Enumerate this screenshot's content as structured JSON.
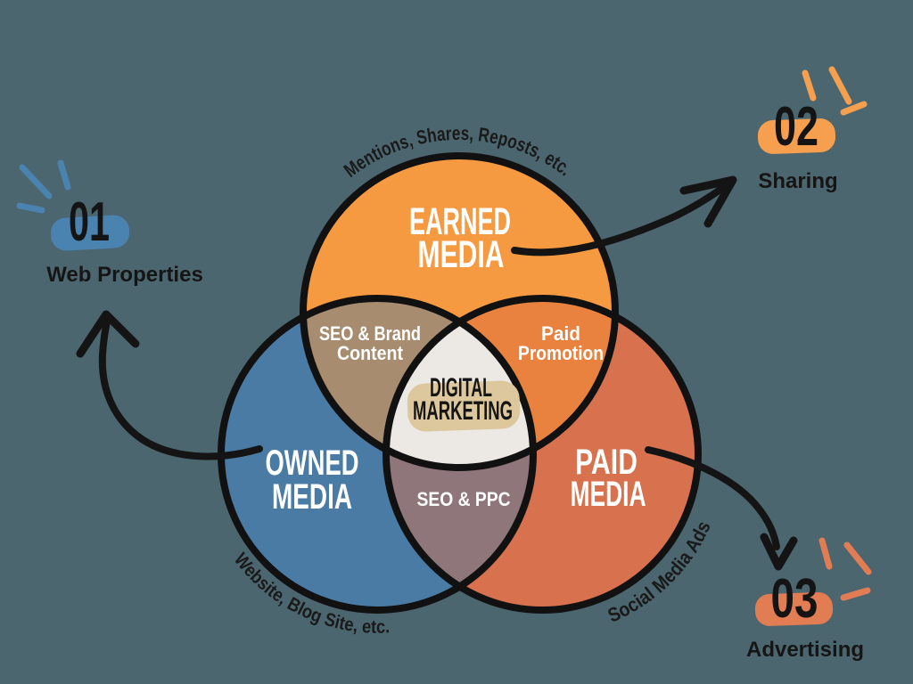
{
  "colors": {
    "background": "#4C6670",
    "earned": "#F59A40",
    "owned": "#4A7BA4",
    "paid": "#D8724E",
    "overlap_earned_owned": "#A78C6F",
    "overlap_earned_paid": "#E8823E",
    "overlap_owned_paid": "#8E767B",
    "center": "#ECE9E4",
    "highlight_blob": "#DDC79D",
    "badge_blue": "#4A82B0",
    "badge_orange": "#F6A04F",
    "badge_red": "#E27C53",
    "ink": "#141414"
  },
  "venn": {
    "earned": {
      "line1": "EARNED",
      "line2": "MEDIA",
      "arc_label": "Mentions, Shares, Reposts, etc."
    },
    "owned": {
      "line1": "OWNED",
      "line2": "MEDIA",
      "arc_label": "Website, Blog Site, etc."
    },
    "paid": {
      "line1": "PAID",
      "line2": "MEDIA",
      "arc_label": "Social Media Ads"
    },
    "overlap_earned_owned": {
      "line1": "SEO & Brand",
      "line2": "Content"
    },
    "overlap_earned_paid": {
      "line1": "Paid",
      "line2": "Promotion"
    },
    "overlap_owned_paid": {
      "label": "SEO & PPC"
    },
    "center": {
      "line1": "DIGITAL",
      "line2": "MARKETING"
    }
  },
  "callouts": {
    "web_properties": {
      "number": "01",
      "label": "Web Properties"
    },
    "sharing": {
      "number": "02",
      "label": "Sharing"
    },
    "advertising": {
      "number": "03",
      "label": "Advertising"
    }
  }
}
